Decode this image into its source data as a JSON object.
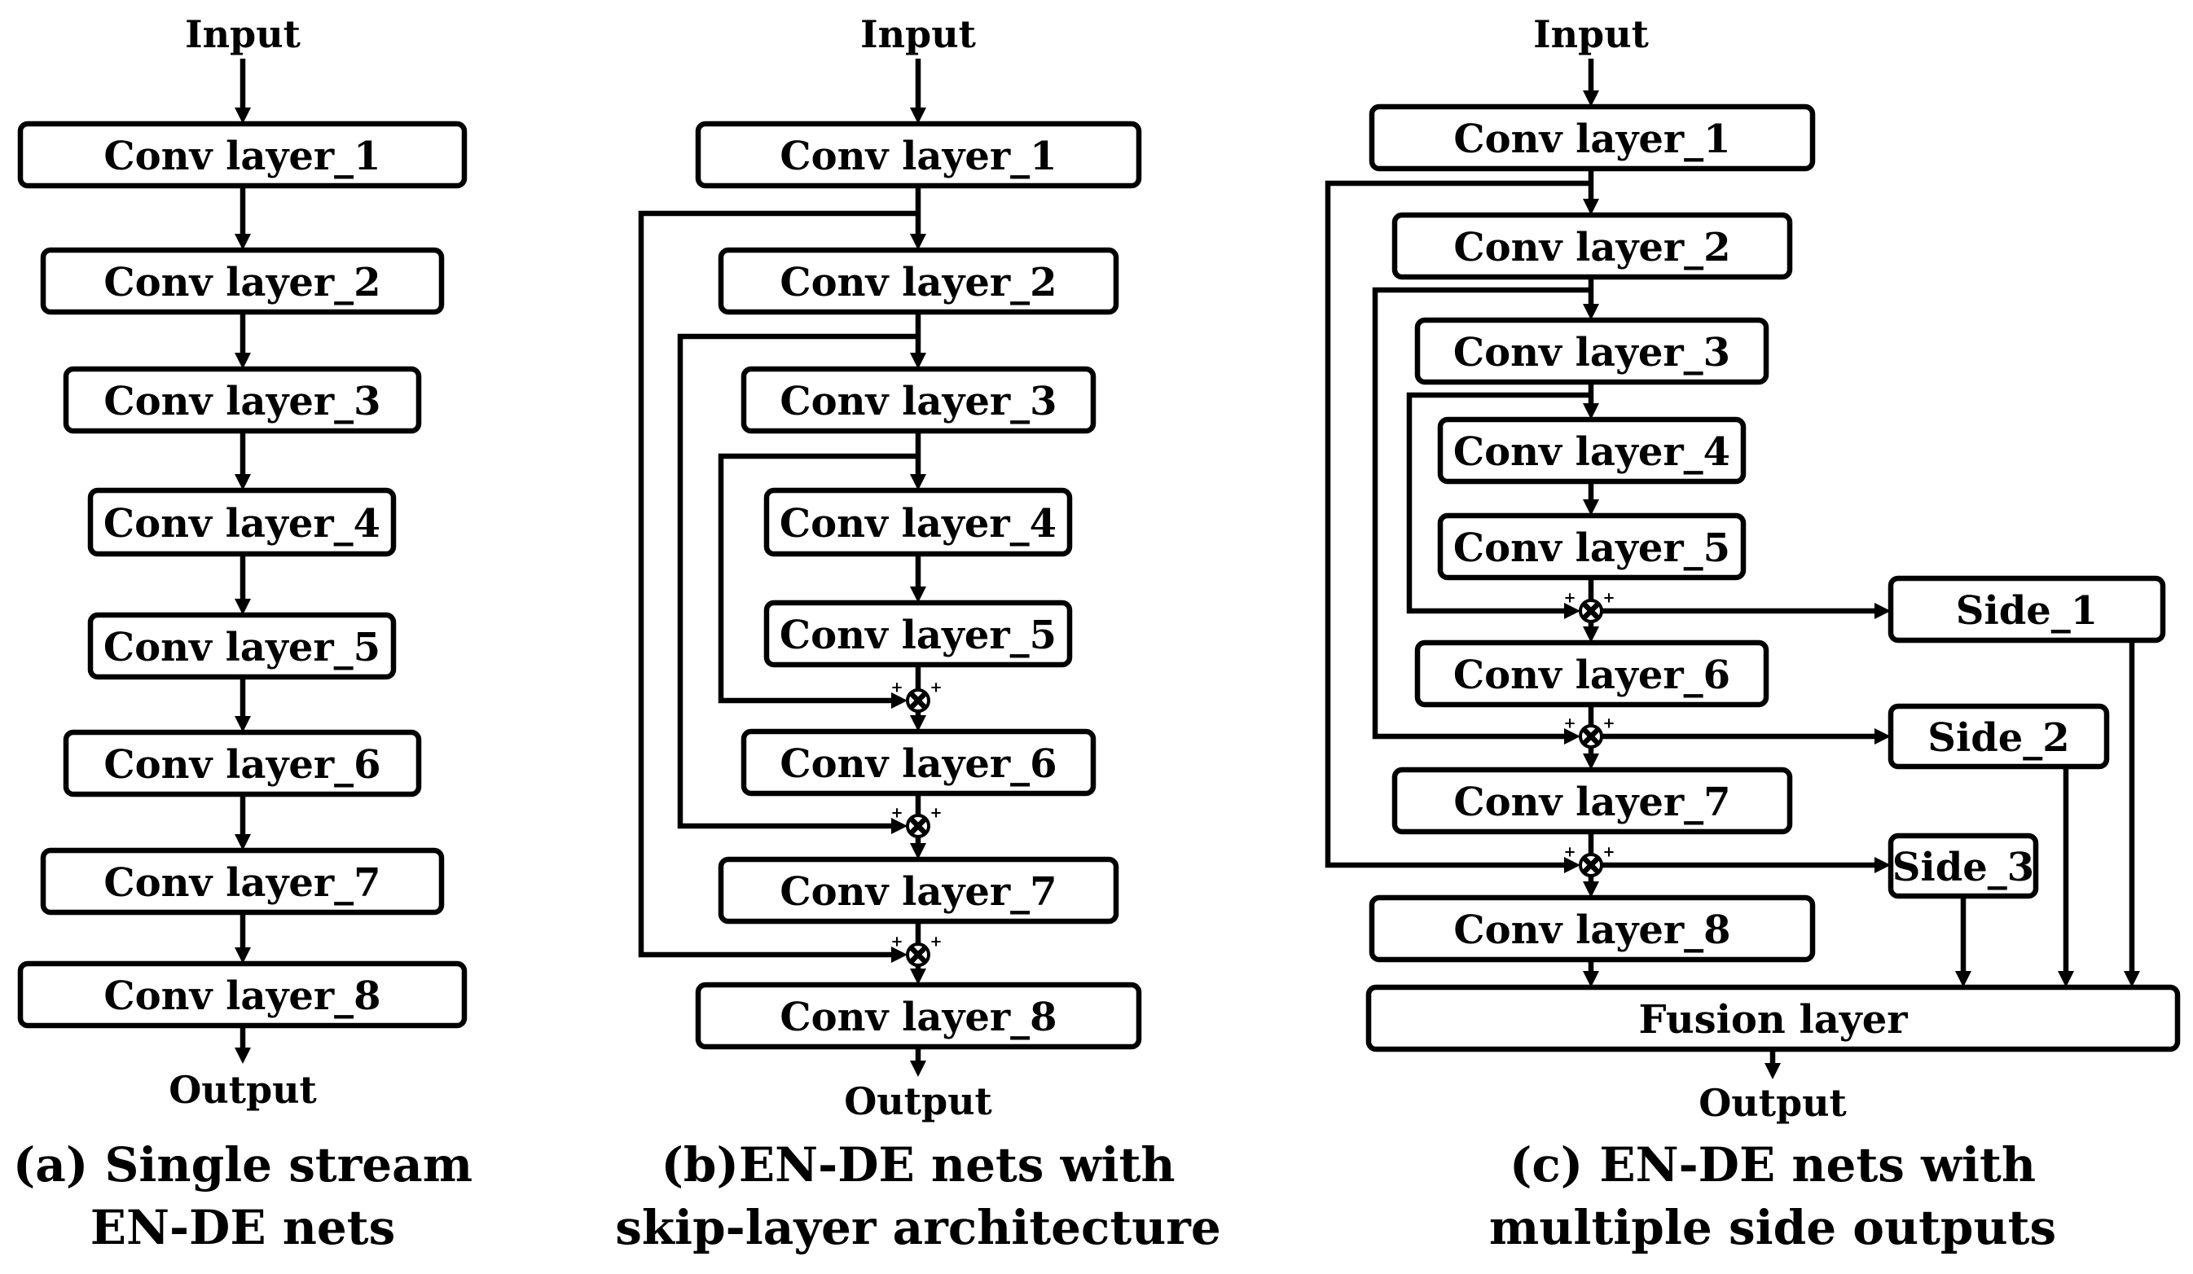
{
  "panels": {
    "a": {
      "input": "Input",
      "output": "Output",
      "layers": [
        "Conv layer_1",
        "Conv layer_2",
        "Conv layer_3",
        "Conv layer_4",
        "Conv layer_5",
        "Conv layer_6",
        "Conv layer_7",
        "Conv layer_8"
      ],
      "caption": [
        "(a) Single stream",
        "EN-DE nets"
      ]
    },
    "b": {
      "input": "Input",
      "output": "Output",
      "layers": [
        "Conv layer_1",
        "Conv layer_2",
        "Conv layer_3",
        "Conv layer_4",
        "Conv layer_5",
        "Conv layer_6",
        "Conv layer_7",
        "Conv layer_8"
      ],
      "caption": [
        "(b)EN-DE nets with",
        "skip-layer architecture"
      ]
    },
    "c": {
      "input": "Input",
      "output": "Output",
      "layers": [
        "Conv layer_1",
        "Conv layer_2",
        "Conv layer_3",
        "Conv layer_4",
        "Conv layer_5",
        "Conv layer_6",
        "Conv layer_7",
        "Conv layer_8"
      ],
      "sides": [
        "Side_1",
        "Side_2",
        "Side_3"
      ],
      "fusion": "Fusion layer",
      "caption": [
        "(c) EN-DE nets with",
        "multiple side outputs"
      ]
    }
  },
  "sum_symbol": "⊗",
  "plus_sign": "+"
}
